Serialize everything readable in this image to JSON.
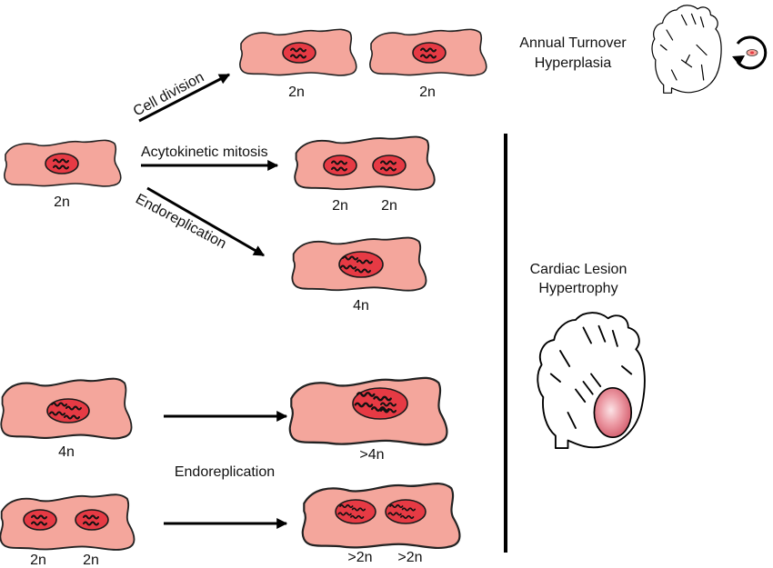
{
  "colors": {
    "cytoplasm": "#f4a69c",
    "nucleus": "#e63a44",
    "outline": "#222222",
    "lesion": "#e07a85"
  },
  "source_cells": {
    "top": {
      "label": "2n"
    },
    "middle": {
      "label": "4n"
    },
    "bottom": {
      "labels": [
        "2n",
        "2n"
      ]
    }
  },
  "arrows": {
    "cell_division": "Cell division",
    "acytokinetic_mitosis": "Acytokinetic mitosis",
    "endoreplication_diag": "Endoreplication",
    "endoreplication_lower": "Endoreplication"
  },
  "result_cells": {
    "division": {
      "labels": [
        "2n",
        "2n"
      ]
    },
    "acytokinetic": {
      "labels": [
        "2n",
        "2n"
      ]
    },
    "endoreplication": {
      "label": "4n"
    },
    "lower_mono": {
      "label": ">4n"
    },
    "lower_bi": {
      "labels": [
        ">2n",
        ">2n"
      ]
    }
  },
  "panels": {
    "top_right": {
      "line1": "Annual Turnover",
      "line2": "Hyperplasia",
      "icons": [
        "heart-icon",
        "cycle-arrow-icon",
        "cell-icon"
      ]
    },
    "bottom_right": {
      "line1": "Cardiac Lesion",
      "line2": "Hypertrophy",
      "icons": [
        "heart-with-lesion-icon"
      ]
    }
  }
}
